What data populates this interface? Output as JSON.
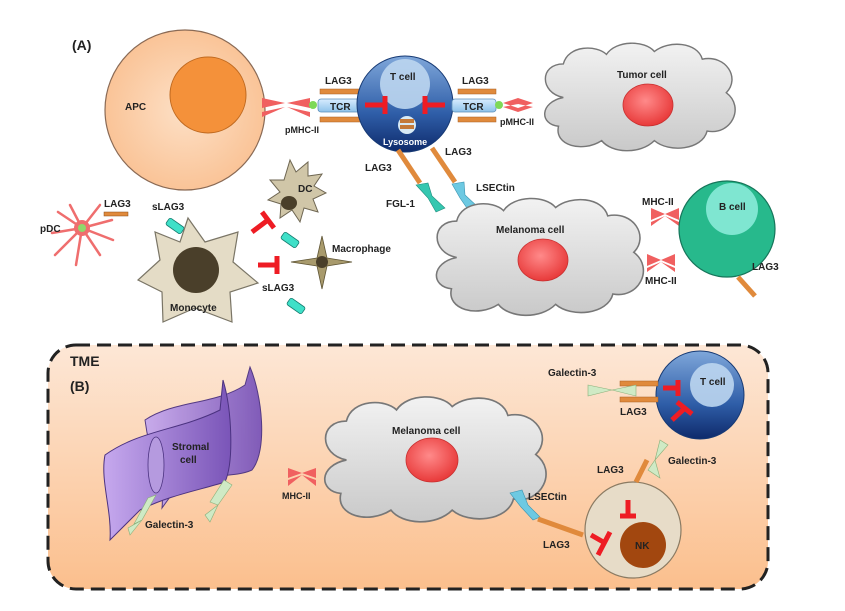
{
  "figure": {
    "panel_a": "(A)",
    "panel_b": "(B)",
    "tme": "TME",
    "colors": {
      "apc": "#fbc9a0",
      "apc_nucleus": "#f4913a",
      "t_cell": "#3d6fb4",
      "tumor": "#d9d9d9",
      "tumor_nucleus": "#f25a5a",
      "b_cell": "#27b98c",
      "inhibit": "#ee1c24",
      "lag3": "#e08a3c",
      "mhc": "#f06060",
      "tme_bg": "#fcd3b0",
      "stromal": "#9a78d0",
      "nk": "#a2470f"
    }
  },
  "panel_a": {
    "apc": "APC",
    "t_cell": "T cell",
    "lysosome": "Lysosome",
    "tumor_cell": "Tumor cell",
    "melanoma_cell": "Melanoma cell",
    "b_cell": "B cell",
    "pdc": "pDC",
    "dc": "DC",
    "macrophage": "Macrophage",
    "monocyte": "Monocyte",
    "lag3_left": "LAG3",
    "tcr_left": "TCR",
    "pmhc_left": "pMHC-II",
    "lag3_right": "LAG3",
    "tcr_right": "TCR",
    "pmhc_right": "pMHC-II",
    "lag3_fgl": "LAG3",
    "fgl1": "FGL-1",
    "lag3_lsectin": "LAG3",
    "lsectin": "LSECtin",
    "mhc_b_top": "MHC-II",
    "mhc_b_bottom": "MHC-II",
    "lag3_b": "LAG3",
    "lag3_pdc": "LAG3",
    "slag3_top": "sLAG3",
    "slag3_bottom": "sLAG3"
  },
  "panel_b": {
    "stromal_cell_line1": "Stromal",
    "stromal_cell_line2": "cell",
    "galectin3_stromal": "Galectin-3",
    "melanoma_cell": "Melanoma cell",
    "mhc": "MHC-II",
    "lsectin": "LSECtin",
    "lag3_nk_left": "LAG3",
    "nk": "NK",
    "lag3_nk_top": "LAG3",
    "galectin3_tcell_bottom": "Galectin-3",
    "t_cell": "T cell",
    "galectin3_tcell_left": "Galectin-3",
    "lag3_tcell": "LAG3"
  }
}
